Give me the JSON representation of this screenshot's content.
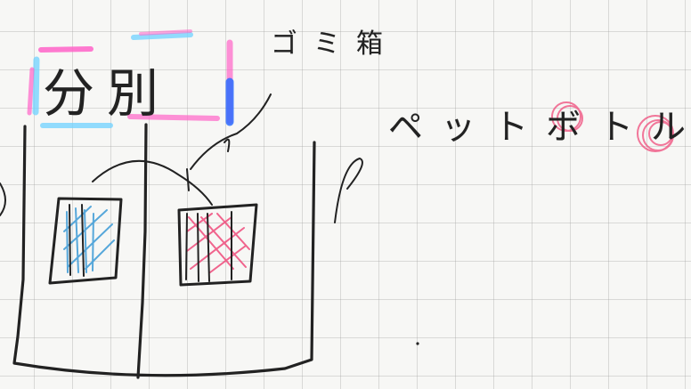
{
  "drawing": {
    "title": "分別",
    "label_top": "ゴミ箱",
    "label_right": "ペットボトル",
    "colors": {
      "ink": "#222222",
      "highlight_pink": "#ff63c8",
      "highlight_cyan": "#6fd2ff",
      "highlight_blue": "#2a6cff",
      "hatch_blue": "#3a9ad6",
      "hatch_pink": "#ef4b7b"
    }
  }
}
